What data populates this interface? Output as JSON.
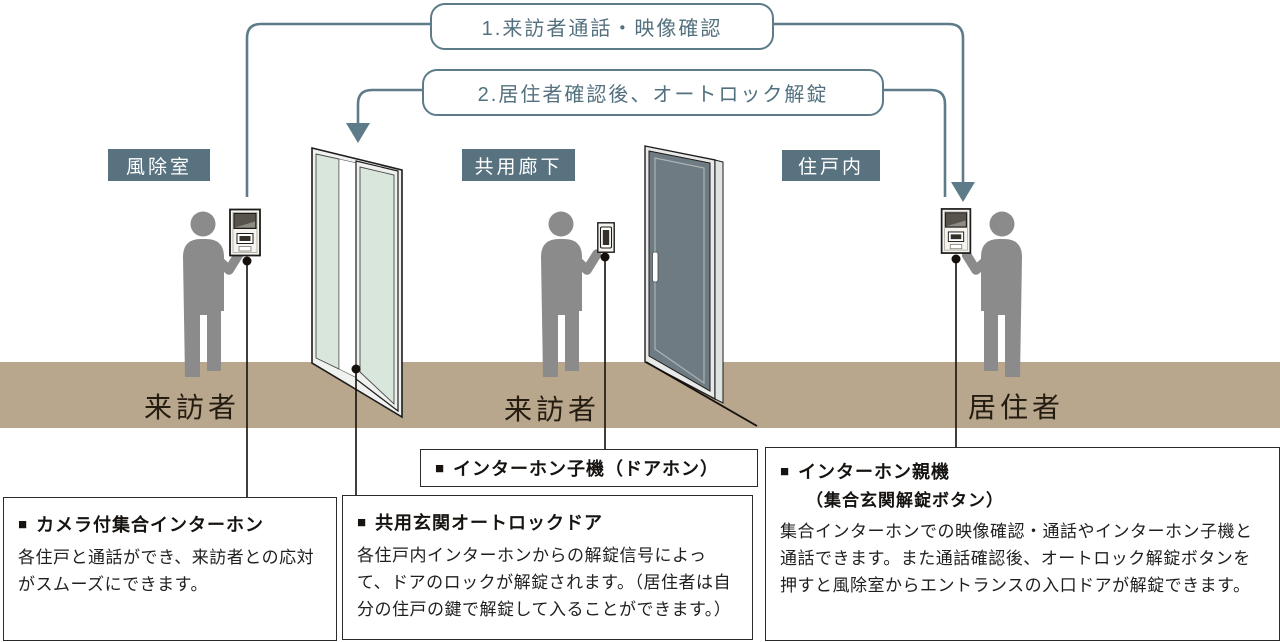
{
  "flow": {
    "step1_label": "1.来訪者通話・映像確認",
    "step2_label": "2.居住者確認後、オートロック解錠"
  },
  "zones": {
    "zone1": "風除室",
    "zone2": "共用廊下",
    "zone3": "住戸内"
  },
  "people": {
    "visitor1": "来訪者",
    "visitor2": "来訪者",
    "resident": "居住者"
  },
  "info_boxes": {
    "camera_intercom": {
      "bullet": "■",
      "title": "カメラ付集合インターホン",
      "body": "各住戸と通話ができ、来訪者との応対がスムーズにできます。"
    },
    "autolock_door": {
      "bullet": "■",
      "title": "共用玄関オートロックドア",
      "body": "各住戸内インターホンからの解錠信号によって、ドアのロックが解錠されます。（居住者は自分の住戸の鍵で解錠して入ることができます。）"
    },
    "doorphone": {
      "bullet": "■",
      "title": "インターホン子機（ドアホン）"
    },
    "master_intercom": {
      "bullet": "■",
      "title": "インターホン親機",
      "subtitle": "（集合玄関解錠ボタン）",
      "body": "集合インターホンでの映像確認・通話やインターホン子機と通話できます。また通話確認後、オートロック解錠ボタンを押すと風除室からエントランスの入口ドアが解錠できます。"
    }
  },
  "colors": {
    "accent_slate": "#5d7b89",
    "zone_label_bg": "#587280",
    "floor_tan": "#b8a68d",
    "figure_gray": "#8b8b8b",
    "door_gray": "#6e7b82",
    "glass_green": "#d9e6dc",
    "text_black": "#1f1f1f"
  }
}
